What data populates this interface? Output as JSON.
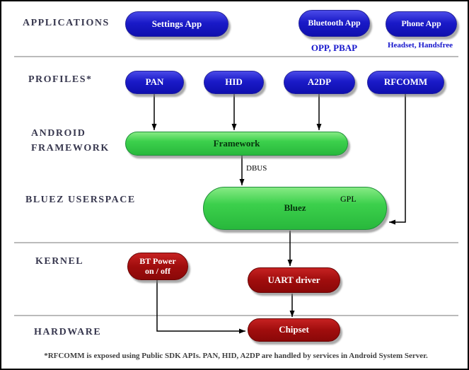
{
  "layers": {
    "applications": {
      "label": "APPLICATIONS"
    },
    "profiles": {
      "label": "PROFILES*"
    },
    "android_framework": {
      "label": "ANDROID\nFRAMEWORK"
    },
    "bluez_userspace": {
      "label": "BLUEZ USERSPACE"
    },
    "kernel": {
      "label": "KERNEL"
    },
    "hardware": {
      "label": "HARDWARE"
    }
  },
  "nodes": {
    "settings_app": {
      "label": "Settings App"
    },
    "bluetooth_app": {
      "label": "Bluetooth App",
      "subtitle": "OPP, PBAP"
    },
    "phone_app": {
      "label": "Phone App",
      "subtitle": "Headset, Handsfree"
    },
    "pan": {
      "label": "PAN"
    },
    "hid": {
      "label": "HID"
    },
    "a2dp": {
      "label": "A2DP"
    },
    "rfcomm": {
      "label": "RFCOMM"
    },
    "framework": {
      "label": "Framework"
    },
    "bluez": {
      "label": "Bluez",
      "license": "GPL"
    },
    "bt_power": {
      "label": "BT Power\non / off"
    },
    "uart_driver": {
      "label": "UART driver"
    },
    "chipset": {
      "label": "Chipset"
    }
  },
  "edges": {
    "framework_to_bluez": {
      "label": "DBUS"
    }
  },
  "footnote": "*RFCOMM is exposed using Public SDK APIs. PAN, HID, A2DP are handled by services in Android System Server.",
  "colors": {
    "app_pill": "#1a1ac8",
    "stack_pill": "#3cd04c",
    "kernel_pill": "#a00d0d",
    "section_label": "#38384f",
    "subtitle_text": "#1515cc"
  }
}
